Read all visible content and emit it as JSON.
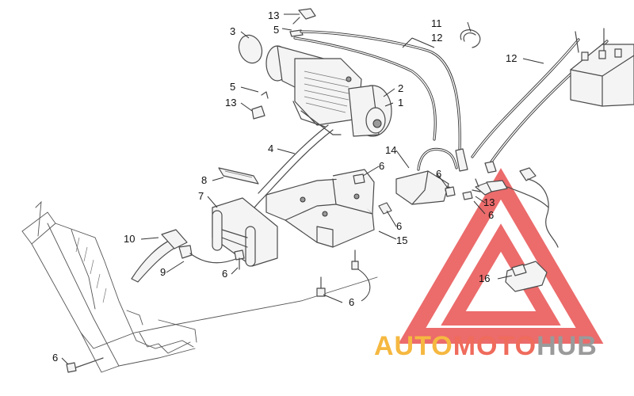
{
  "diagram": {
    "callouts": {
      "c1": "1",
      "c2": "2",
      "c3": "3",
      "c4": "4",
      "c5a": "5",
      "c5b": "5",
      "c6a": "6",
      "c6b": "6",
      "c6c": "6",
      "c6d": "6",
      "c6e": "6",
      "c6f": "6",
      "c6g": "6",
      "c7": "7",
      "c8": "8",
      "c9": "9",
      "c10": "10",
      "c11": "11",
      "c12a": "12",
      "c12b": "12",
      "c13a": "13",
      "c13b": "13",
      "c13c": "13",
      "c14": "14",
      "c15": "15",
      "c16": "16"
    }
  },
  "watermark": {
    "part1": "AUTO",
    "part2": "MOTO",
    "part3": "HUB",
    "colors": {
      "auto": "#f5b840",
      "moto": "#ef6b5c",
      "hub": "#9a9a9a",
      "mark": "#e84a4a"
    }
  }
}
